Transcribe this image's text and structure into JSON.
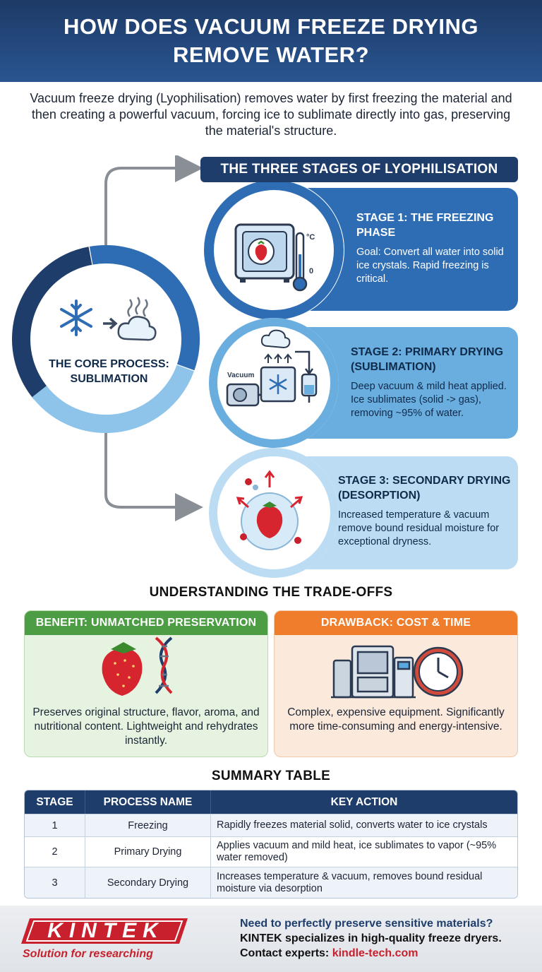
{
  "header": {
    "title": "HOW DOES VACUUM FREEZE DRYING REMOVE WATER?"
  },
  "intro": "Vacuum freeze drying (Lyophilisation) removes water by first freezing the material and then creating a powerful vacuum, forcing ice to sublimate directly into gas, preserving the material's structure.",
  "stages_section": {
    "title": "THE THREE STAGES OF LYOPHILISATION",
    "core_process": "THE CORE PROCESS: SUBLIMATION",
    "stages": [
      {
        "title": "STAGE 1: THE FREEZING PHASE",
        "description": "Goal: Convert all water into solid ice crystals. Rapid freezing is critical.",
        "icon_label_top": "°C",
        "icon_label_bottom": "0"
      },
      {
        "title": "STAGE 2: PRIMARY DRYING (SUBLIMATION)",
        "description": "Deep vacuum & mild heat applied. Ice sublimates (solid -> gas), removing ~95% of water.",
        "icon_label": "Vacuum"
      },
      {
        "title": "STAGE 3: SECONDARY DRYING (DESORPTION)",
        "description": "Increased temperature & vacuum remove bound residual moisture for exceptional dryness."
      }
    ]
  },
  "tradeoffs": {
    "title": "UNDERSTANDING THE TRADE-OFFS",
    "benefit": {
      "title": "BENEFIT: UNMATCHED PRESERVATION",
      "text": "Preserves original structure, flavor, aroma, and nutritional content. Lightweight and rehydrates instantly."
    },
    "drawback": {
      "title": "DRAWBACK: COST & TIME",
      "text": "Complex, expensive equipment. Significantly more time-consuming and energy-intensive."
    }
  },
  "summary": {
    "title": "SUMMARY TABLE",
    "headers": [
      "STAGE",
      "PROCESS NAME",
      "KEY ACTION"
    ],
    "rows": [
      [
        "1",
        "Freezing",
        "Rapidly freezes material solid, converts water to ice crystals"
      ],
      [
        "2",
        "Primary Drying",
        "Applies vacuum and mild heat, ice sublimates to vapor (~95% water removed)"
      ],
      [
        "3",
        "Secondary Drying",
        "Increases temperature & vacuum, removes bound residual moisture via desorption"
      ]
    ]
  },
  "footer": {
    "logo": "KINTEK",
    "tagline": "Solution for researching",
    "question": "Need to perfectly preserve sensitive materials?",
    "line": "KINTEK specializes in high-quality freeze dryers.",
    "contact_label": "Contact experts: ",
    "contact_link": "kindle-tech.com"
  },
  "colors": {
    "header": "#244a80",
    "stage1": "#2e6db4",
    "stage2": "#6aaee0",
    "stage3": "#bcdcf3",
    "benefit": "#4c9d44",
    "drawback": "#ef7d2c",
    "brand_red": "#c8202c"
  }
}
